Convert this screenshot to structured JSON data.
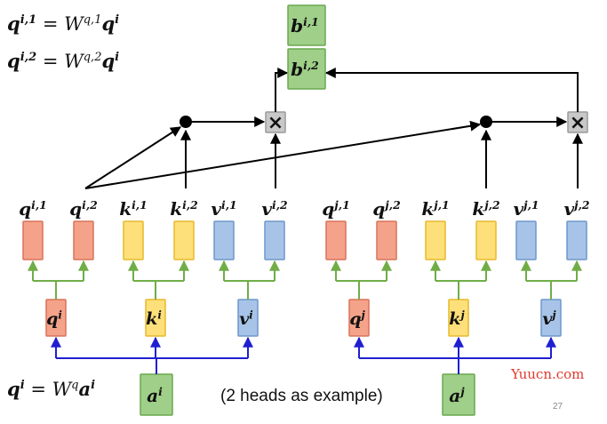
{
  "equations": {
    "q_i1": "qⁱʹ¹ = Wᵠʹ¹qⁱ",
    "q_i2": "qⁱʹ² = Wᵠʹ²qⁱ",
    "q_i": "qⁱ = Wᵠaⁱ"
  },
  "head_labels_i": [
    "q",
    "q",
    "k",
    "k",
    "v",
    "v"
  ],
  "head_supers_i": [
    "i,1",
    "i,2",
    "i,1",
    "i,2",
    "i,1",
    "i,2"
  ],
  "head_labels_j": [
    "q",
    "q",
    "k",
    "k",
    "v",
    "v"
  ],
  "head_supers_j": [
    "j,1",
    "j,2",
    "j,1",
    "j,2",
    "j,1",
    "j,2"
  ],
  "qkv_labels": [
    "q",
    "k",
    "v",
    "q",
    "k",
    "v"
  ],
  "qkv_supers": [
    "i",
    "i",
    "i",
    "j",
    "j",
    "j"
  ],
  "inputs": [
    {
      "base": "a",
      "super": "i"
    },
    {
      "base": "a",
      "super": "j"
    }
  ],
  "outputs": [
    {
      "base": "b",
      "super": "i,1"
    },
    {
      "base": "b",
      "super": "i,2"
    }
  ],
  "multiply_symbol": "×",
  "note": "(2 heads as example)",
  "watermark": "Yuucn.com",
  "page_number": "27",
  "colors": {
    "q_fill": "#f4a38a",
    "q_stroke": "#d9735a",
    "k_fill": "#fde07a",
    "k_stroke": "#e8b92c",
    "v_fill": "#a7c4e8",
    "v_stroke": "#6f97c9",
    "green_fill": "#9fcf88",
    "green_stroke": "#6aa84f",
    "blue_line": "#1f1fd0",
    "green_line": "#70ad47"
  }
}
